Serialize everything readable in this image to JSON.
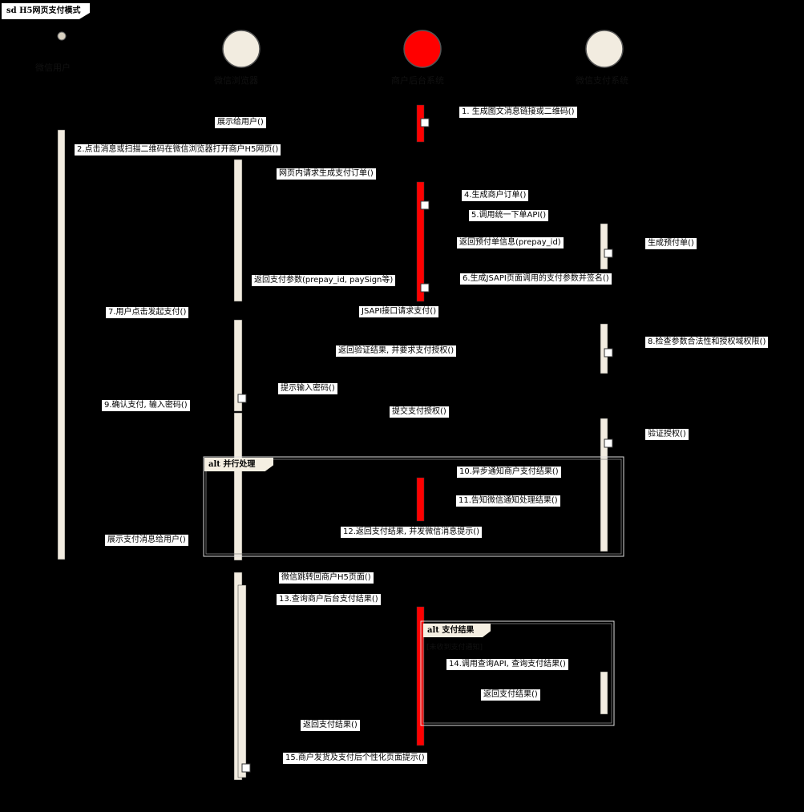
{
  "diagram": {
    "title": "sd H5网页支付模式",
    "participants": [
      {
        "id": "user",
        "label": "微信用户",
        "kind": "actor",
        "color": "#d8d0c0"
      },
      {
        "id": "browser",
        "label": "微信浏览器",
        "kind": "lifeline",
        "color": "#f2ece0"
      },
      {
        "id": "merchant",
        "label": "商户后台系统",
        "kind": "lifeline",
        "color": "#ff0000"
      },
      {
        "id": "wxpay",
        "label": "微信支付系统",
        "kind": "lifeline",
        "color": "#f2ece0"
      }
    ],
    "messages": [
      {
        "id": "m1",
        "text": "1. 生成图文消息链接或二维码()"
      },
      {
        "id": "m1b",
        "text": "展示给用户()"
      },
      {
        "id": "m2",
        "text": "2.点击消息或扫描二维码在微信浏览器打开商户H5网页()"
      },
      {
        "id": "m3",
        "text": "网页内请求生成支付订单()"
      },
      {
        "id": "m4",
        "text": "4.生成商户订单()"
      },
      {
        "id": "m5",
        "text": "5.调用统一下单API()"
      },
      {
        "id": "m5b",
        "text": "返回预付单信息(prepay_id)"
      },
      {
        "id": "m5c",
        "text": "生成预付单()"
      },
      {
        "id": "m6",
        "text": "6.生成JSAPI页面调用的支付参数并签名()"
      },
      {
        "id": "m6b",
        "text": "返回支付参数(prepay_id, paySign等)"
      },
      {
        "id": "m7",
        "text": "7.用户点击发起支付()"
      },
      {
        "id": "m7b",
        "text": "JSAPI接口请求支付()"
      },
      {
        "id": "m8",
        "text": "8.检查参数合法性和授权域权限()"
      },
      {
        "id": "m8b",
        "text": "返回验证结果, 并要求支付授权()"
      },
      {
        "id": "m8c",
        "text": "提示输入密码()"
      },
      {
        "id": "m9",
        "text": "9.确认支付, 输入密码()"
      },
      {
        "id": "m9b",
        "text": "提交支付授权()"
      },
      {
        "id": "m9c",
        "text": "验证授权()"
      },
      {
        "id": "m10",
        "text": "10.异步通知商户支付结果()"
      },
      {
        "id": "m11",
        "text": "11.告知微信通知处理结果()"
      },
      {
        "id": "m12",
        "text": "12.返回支付结果, 并发微信消息提示()"
      },
      {
        "id": "m12b",
        "text": "展示支付消息给用户()"
      },
      {
        "id": "m12c",
        "text": "微信跳转回商户H5页面()"
      },
      {
        "id": "m13",
        "text": "13.查询商户后台支付结果()"
      },
      {
        "id": "m14",
        "text": "14.调用查询API, 查询支付结果()"
      },
      {
        "id": "m14b",
        "text": "返回支付结果()"
      },
      {
        "id": "m14c",
        "text": "返回支付结果()"
      },
      {
        "id": "m15",
        "text": "15.商户发货及支付后个性化页面提示()"
      }
    ],
    "fragments": [
      {
        "id": "f1",
        "label": "alt 并行处理"
      },
      {
        "id": "f2",
        "label": "alt 支付结果",
        "guard": "[未收到支付通知]"
      }
    ]
  }
}
